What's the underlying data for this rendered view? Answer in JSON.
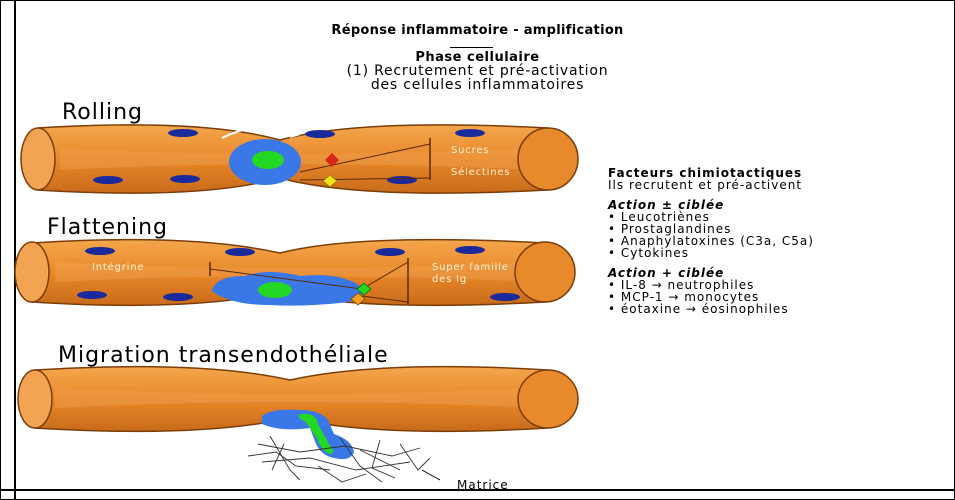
{
  "title": "Réponse inflammatoire - amplification",
  "phase": "Phase cellulaire",
  "subtitle_line1": "(1) Recrutement et pré-activation",
  "subtitle_line2": "des cellules inflammatoires",
  "stages": {
    "rolling": "Rolling",
    "flattening": "Flattening",
    "migration": "Migration transendothéliale"
  },
  "labels": {
    "sucres": "Sucres",
    "selectines": "Sélectines",
    "integrine": "Intégrine",
    "superfamille_1": "Super famille",
    "superfamille_2": "des Ig",
    "matrice": "Matrice"
  },
  "side_panel": {
    "facteurs_title": "Facteurs chimiotactiques",
    "facteurs_desc": "Ils recrutent et pré-activent",
    "action1_title": "Action ± ciblée",
    "action1_items": [
      "• Leucotriènes",
      "• Prostaglandines",
      "• Anaphylatoxines (C3a, C5a)",
      "• Cytokines"
    ],
    "action2_title": "Action + ciblée",
    "action2_items": [
      "• IL-8 → neutrophiles",
      "• MCP-1 → monocytes",
      "• éotaxine → éosinophiles"
    ]
  },
  "colors": {
    "vessel": "#e8892b",
    "vessel_shadow": "#8a4a10",
    "nucleus_dark": "#1a2a9a",
    "leukocyte": "#3a78e8",
    "leukocyte_core": "#22d822",
    "selectin": "#d8261c",
    "sugar": "#f2e21a"
  }
}
